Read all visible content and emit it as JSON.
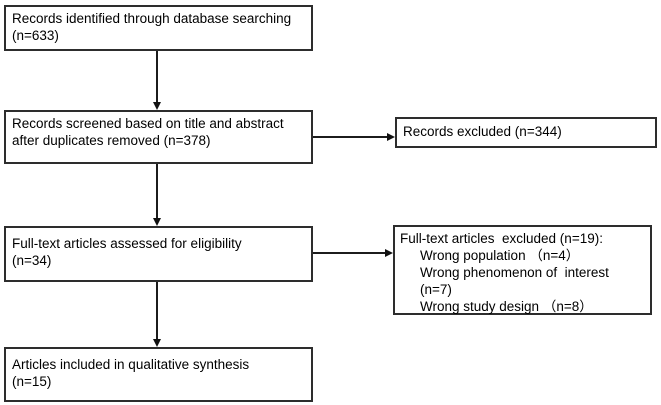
{
  "boxes": {
    "identified": {
      "lines": [
        "Records identified through database searching",
        "(n=633)"
      ]
    },
    "screened": {
      "lines": [
        "Records screened based on title and abstract",
        "after duplicates removed (n=378)"
      ]
    },
    "records_excluded": {
      "lines": [
        "Records excluded (n=344)"
      ]
    },
    "fulltext_assessed": {
      "lines": [
        "Full-text articles assessed for eligibility",
        "(n=34)"
      ]
    },
    "fulltext_excluded": {
      "heading": "Full-text articles  excluded (n=19):",
      "reasons": [
        "Wrong population （n=4）",
        "Wrong phenomenon of  interest (n=7)",
        "Wrong study design （n=8）"
      ]
    },
    "included": {
      "lines": [
        "Articles included in qualitative synthesis",
        "(n=15)"
      ]
    }
  },
  "colors": {
    "background": "#ffffff",
    "box_border": "#2d2d2d",
    "arrow": "#1c1c1c",
    "text": "#000000"
  }
}
